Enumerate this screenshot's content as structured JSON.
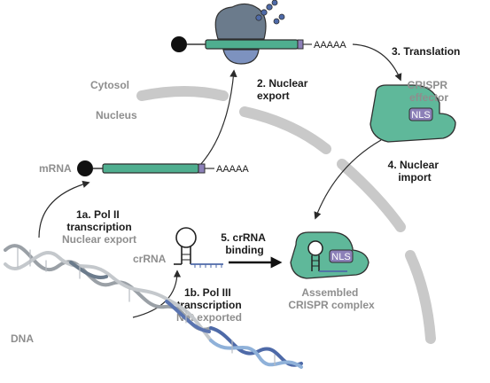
{
  "labels": {
    "cytosol": "Cytosol",
    "nucleus": "Nucleus",
    "mrna": "mRNA",
    "polya_top": "AAAAA",
    "polya_mid": "AAAAA",
    "step_nuclear_export": [
      "2. Nuclear",
      "export"
    ],
    "step_translation": "3. Translation",
    "crispr_effector": [
      "CRISPR",
      "effector"
    ],
    "nls_effector": "NLS",
    "step_nuclear_import": [
      "4. Nuclear",
      "import"
    ],
    "step_pol2": [
      "1a. Pol II",
      "transcription"
    ],
    "pol2_note": "Nuclear export",
    "crrna": "crRNA",
    "step_crrna_binding": [
      "5. crRNA",
      "binding"
    ],
    "nls_complex": "NLS",
    "assembled": [
      "Assembled",
      "CRISPR complex"
    ],
    "step_pol3": [
      "1b. Pol III",
      "transcription"
    ],
    "pol3_note": "Not exported",
    "dna": "DNA"
  },
  "colors": {
    "protein_green": "#5fb89a",
    "protein_outline": "#2f2f2f",
    "nls_purple": "#8c80b8",
    "mrna_green": "#4fae8f",
    "ribosome_gray": "#6b7b8c",
    "ribosome_blue": "#7d92bf",
    "peptide_blue": "#4e6aa8",
    "nuclear_envelope": "#c9c9c9",
    "muted_text": "#8e8e8e"
  }
}
